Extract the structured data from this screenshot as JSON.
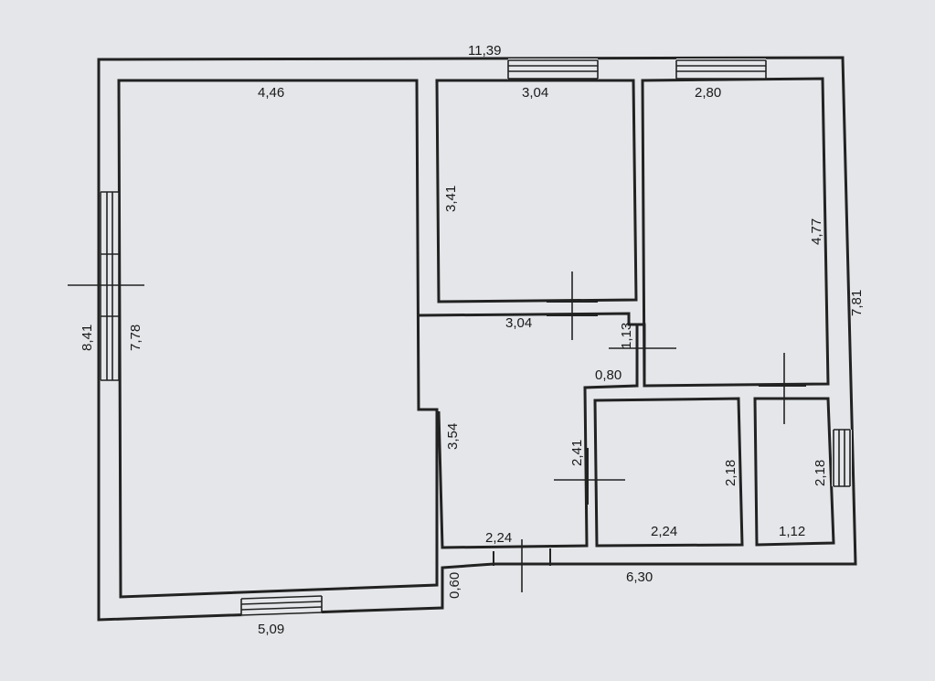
{
  "plan": {
    "overall": {
      "width": "11,39",
      "height_left": "8,41",
      "height_right": "7,81",
      "bottom_left": "5,09",
      "bottom_right": "6,30",
      "step": "0,60"
    },
    "rooms": [
      {
        "id": "living",
        "width": "4,46",
        "height": "7,78"
      },
      {
        "id": "bedroom-1",
        "width": "3,04",
        "height": "3,41",
        "width_bottom": "3,04"
      },
      {
        "id": "bedroom-2",
        "width": "2,80",
        "height": "4,77"
      },
      {
        "id": "hall",
        "width": "2,24",
        "height": "3,54"
      },
      {
        "id": "corridor",
        "width": "0,80",
        "height": "1,13"
      },
      {
        "id": "kitchen",
        "width": "2,24",
        "height": "2,18",
        "side": "2,41"
      },
      {
        "id": "bathroom",
        "width": "1,12",
        "height": "2,18"
      }
    ]
  }
}
